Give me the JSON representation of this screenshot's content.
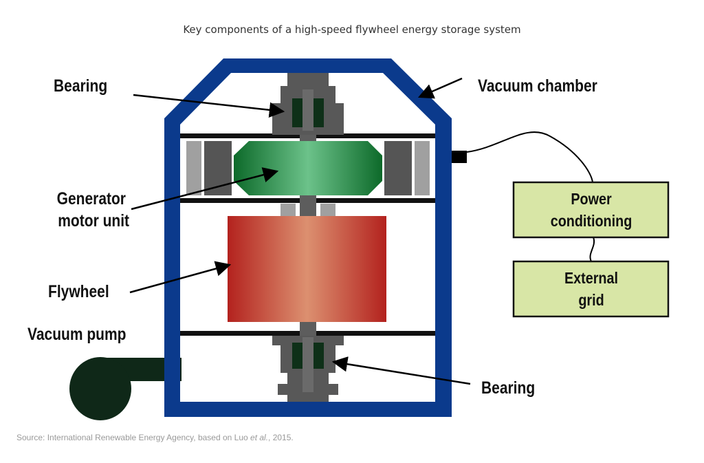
{
  "title": "Key components of a high-speed flywheel energy storage system",
  "labels": {
    "bearing_top": "Bearing",
    "vacuum_chamber": "Vacuum chamber",
    "generator_line1": "Generator",
    "generator_line2": "motor unit",
    "flywheel": "Flywheel",
    "vacuum_pump": "Vacuum pump",
    "bearing_bottom": "Bearing"
  },
  "boxes": {
    "power_line1": "Power",
    "power_line2": "conditioning",
    "grid_line1": "External",
    "grid_line2": "grid"
  },
  "source": {
    "prefix": "Source: International Renewable Energy Agency, based on Luo ",
    "italic": "et al.",
    "suffix": ", 2015."
  },
  "colors": {
    "chamber": "#0b3a8c",
    "flywheel": "#b3261e",
    "generator": "#1e8a44",
    "bearing": "#585858",
    "bearing_core": "#0e3018",
    "box_fill": "#d8e6a6",
    "pump": "#0f2818"
  }
}
